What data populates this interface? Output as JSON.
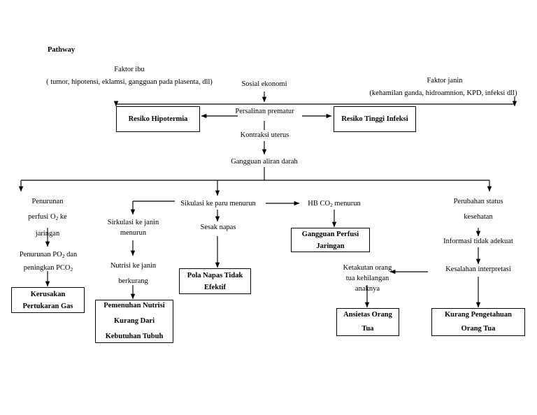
{
  "document": {
    "title": "Pathway",
    "type": "clinical-pathway-flowchart",
    "language": "Indonesian"
  },
  "nodes": {
    "faktor_ibu": "Faktor ibu",
    "faktor_ibu_detail": "( tumor, hipotensi, eklamsi, gangguan pada plasenta, dll)",
    "sosial_ekonomi": "Sosial ekonomi",
    "faktor_janin": "Faktor janin",
    "faktor_janin_detail": "(kehamilan ganda, hidroamnion, KPD, infeksi dll)",
    "persalinan_prematur": "Persalinan prematur",
    "kontraksi_uterus": "Kontraksi uterus",
    "gangguan_aliran_darah": "Gangguan aliran darah",
    "penurunan_perfusi": "Penurunan\nperfusi O2 ke\njaringan",
    "penurunan_po2": "Penurunan PO2 dan\npeningkan PCO2",
    "sirkulasi_janin": "Sirkulasi ke janin\nmenurun",
    "nutrisi_janin": "Nutrisi ke janin\nberkurang",
    "sikulasi_paru": "Sikulasi ke paru menurun",
    "sesak_napas": "Sesak napas",
    "hb_co2": "HB CO2 menurun",
    "ketakutan": "Ketakutan orang\ntua kehilangan\nanaknya",
    "perubahan_status": "Perubahan status\nkesehatan",
    "informasi_tidak_adekuat": "Informasi tidak adekuat",
    "kesalahan_interpretasi": "Kesalahan interpretasi"
  },
  "diagnosis_boxes": {
    "resiko_hipotermia": "Resiko Hipotermia",
    "resiko_tinggi_infeksi": "Resiko Tinggi Infeksi",
    "kerusakan_pertukaran_gas": "Kerusakan\nPertukaran Gas",
    "pemenuhan_nutrisi": "Pemenuhan Nutrisi\nKurang Dari\nKebutuhan Tubuh",
    "pola_napas": "Pola Napas Tidak\nEfektif",
    "gangguan_perfusi": "Gangguan Perfusi\nJaringan",
    "ansietas_orang_tua": "Ansietas Orang\nTua",
    "kurang_pengetahuan": "Kurang Pengetahuan\nOrang Tua"
  },
  "style": {
    "line_color": "#000000",
    "box_border_color": "#000000",
    "background": "#ffffff",
    "text_color": "#000000"
  }
}
